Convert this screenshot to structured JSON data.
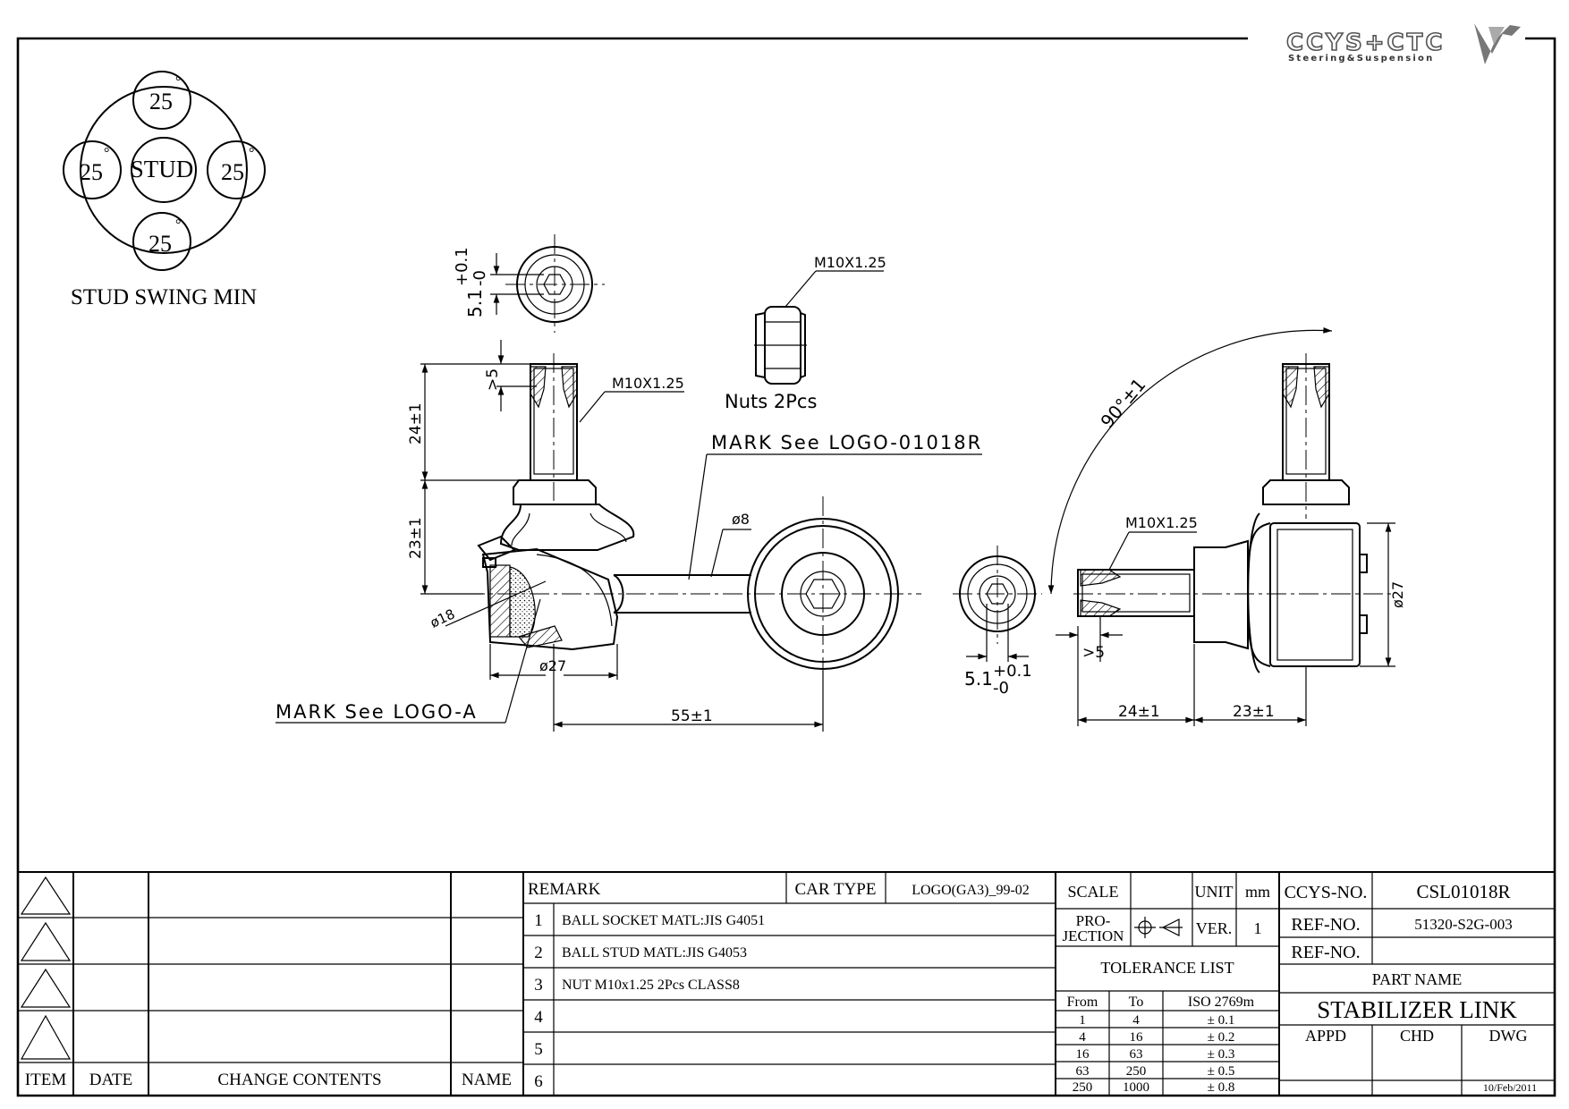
{
  "logo": {
    "brand": "CCYS+CTC",
    "tagline": "Steering&Suspension"
  },
  "swing": {
    "center": "STUD",
    "angles": [
      "25",
      "25",
      "25",
      "25"
    ],
    "degree": "°",
    "caption": "STUD SWING MIN"
  },
  "dims": {
    "thread_a": "M10X1.25",
    "thread_b": "M10X1.25",
    "thread_c": "M10X1.25",
    "nuts": "Nuts 2Pcs",
    "mark_logo": "MARK See LOGO-01018R",
    "mark_logo_a": "MARK See LOGO-A",
    "hex_top_main": "5.1",
    "hex_top_tol_plus": "+0.1",
    "hex_top_tol_minus": "-0",
    "hex_side_main": "5.1",
    "hex_side_tol_plus": "+0.1",
    "hex_side_tol_minus": "-0",
    "gt5_a": ">5",
    "gt5_b": ">5",
    "len_24_a": "24±1",
    "len_23_a": "23±1",
    "len_24_b": "24±1",
    "len_23_b": "23±1",
    "dia_18": "ø18",
    "dia_27_a": "ø27",
    "dia_27_b": "ø27",
    "dia_8": "ø8",
    "len_55": "55±1",
    "angle_90": "90°±1"
  },
  "title_block": {
    "rev_headers": [
      "ITEM",
      "DATE",
      "CHANGE CONTENTS",
      "NAME"
    ],
    "remark_label": "REMARK",
    "car_type_label": "CAR TYPE",
    "car_type_value": "LOGO(GA3)_99-02",
    "remarks": [
      {
        "no": "1",
        "text": "BALL SOCKET MATL:JIS G4051"
      },
      {
        "no": "2",
        "text": "BALL STUD MATL:JIS G4053"
      },
      {
        "no": "3",
        "text": "NUT M10x1.25 2Pcs CLASS8"
      },
      {
        "no": "4",
        "text": ""
      },
      {
        "no": "5",
        "text": ""
      },
      {
        "no": "6",
        "text": ""
      }
    ],
    "scale_label": "SCALE",
    "unit_label": "UNIT",
    "unit_value": "mm",
    "projection_label_1": "PRO-",
    "projection_label_2": "JECTION",
    "ver_label": "VER.",
    "ver_value": "1",
    "tolerance_title": "TOLERANCE LIST",
    "tolerance_headers": [
      "From",
      "To",
      "ISO 2769m"
    ],
    "tolerance_rows": [
      [
        "1",
        "4",
        "± 0.1"
      ],
      [
        "4",
        "16",
        "± 0.2"
      ],
      [
        "16",
        "63",
        "± 0.3"
      ],
      [
        "63",
        "250",
        "± 0.5"
      ],
      [
        "250",
        "1000",
        "± 0.8"
      ]
    ],
    "ccys_no_label": "CCYS-NO.",
    "ccys_no_value": "CSL01018R",
    "ref_no_label": "REF-NO.",
    "ref_no_value": "51320-S2G-003",
    "ref_no_label_2": "REF-NO.",
    "part_name_label": "PART NAME",
    "part_name_value": "STABILIZER LINK",
    "appd_label": "APPD",
    "chd_label": "CHD",
    "dwg_label": "DWG",
    "date_value": "10/Feb/2011"
  }
}
